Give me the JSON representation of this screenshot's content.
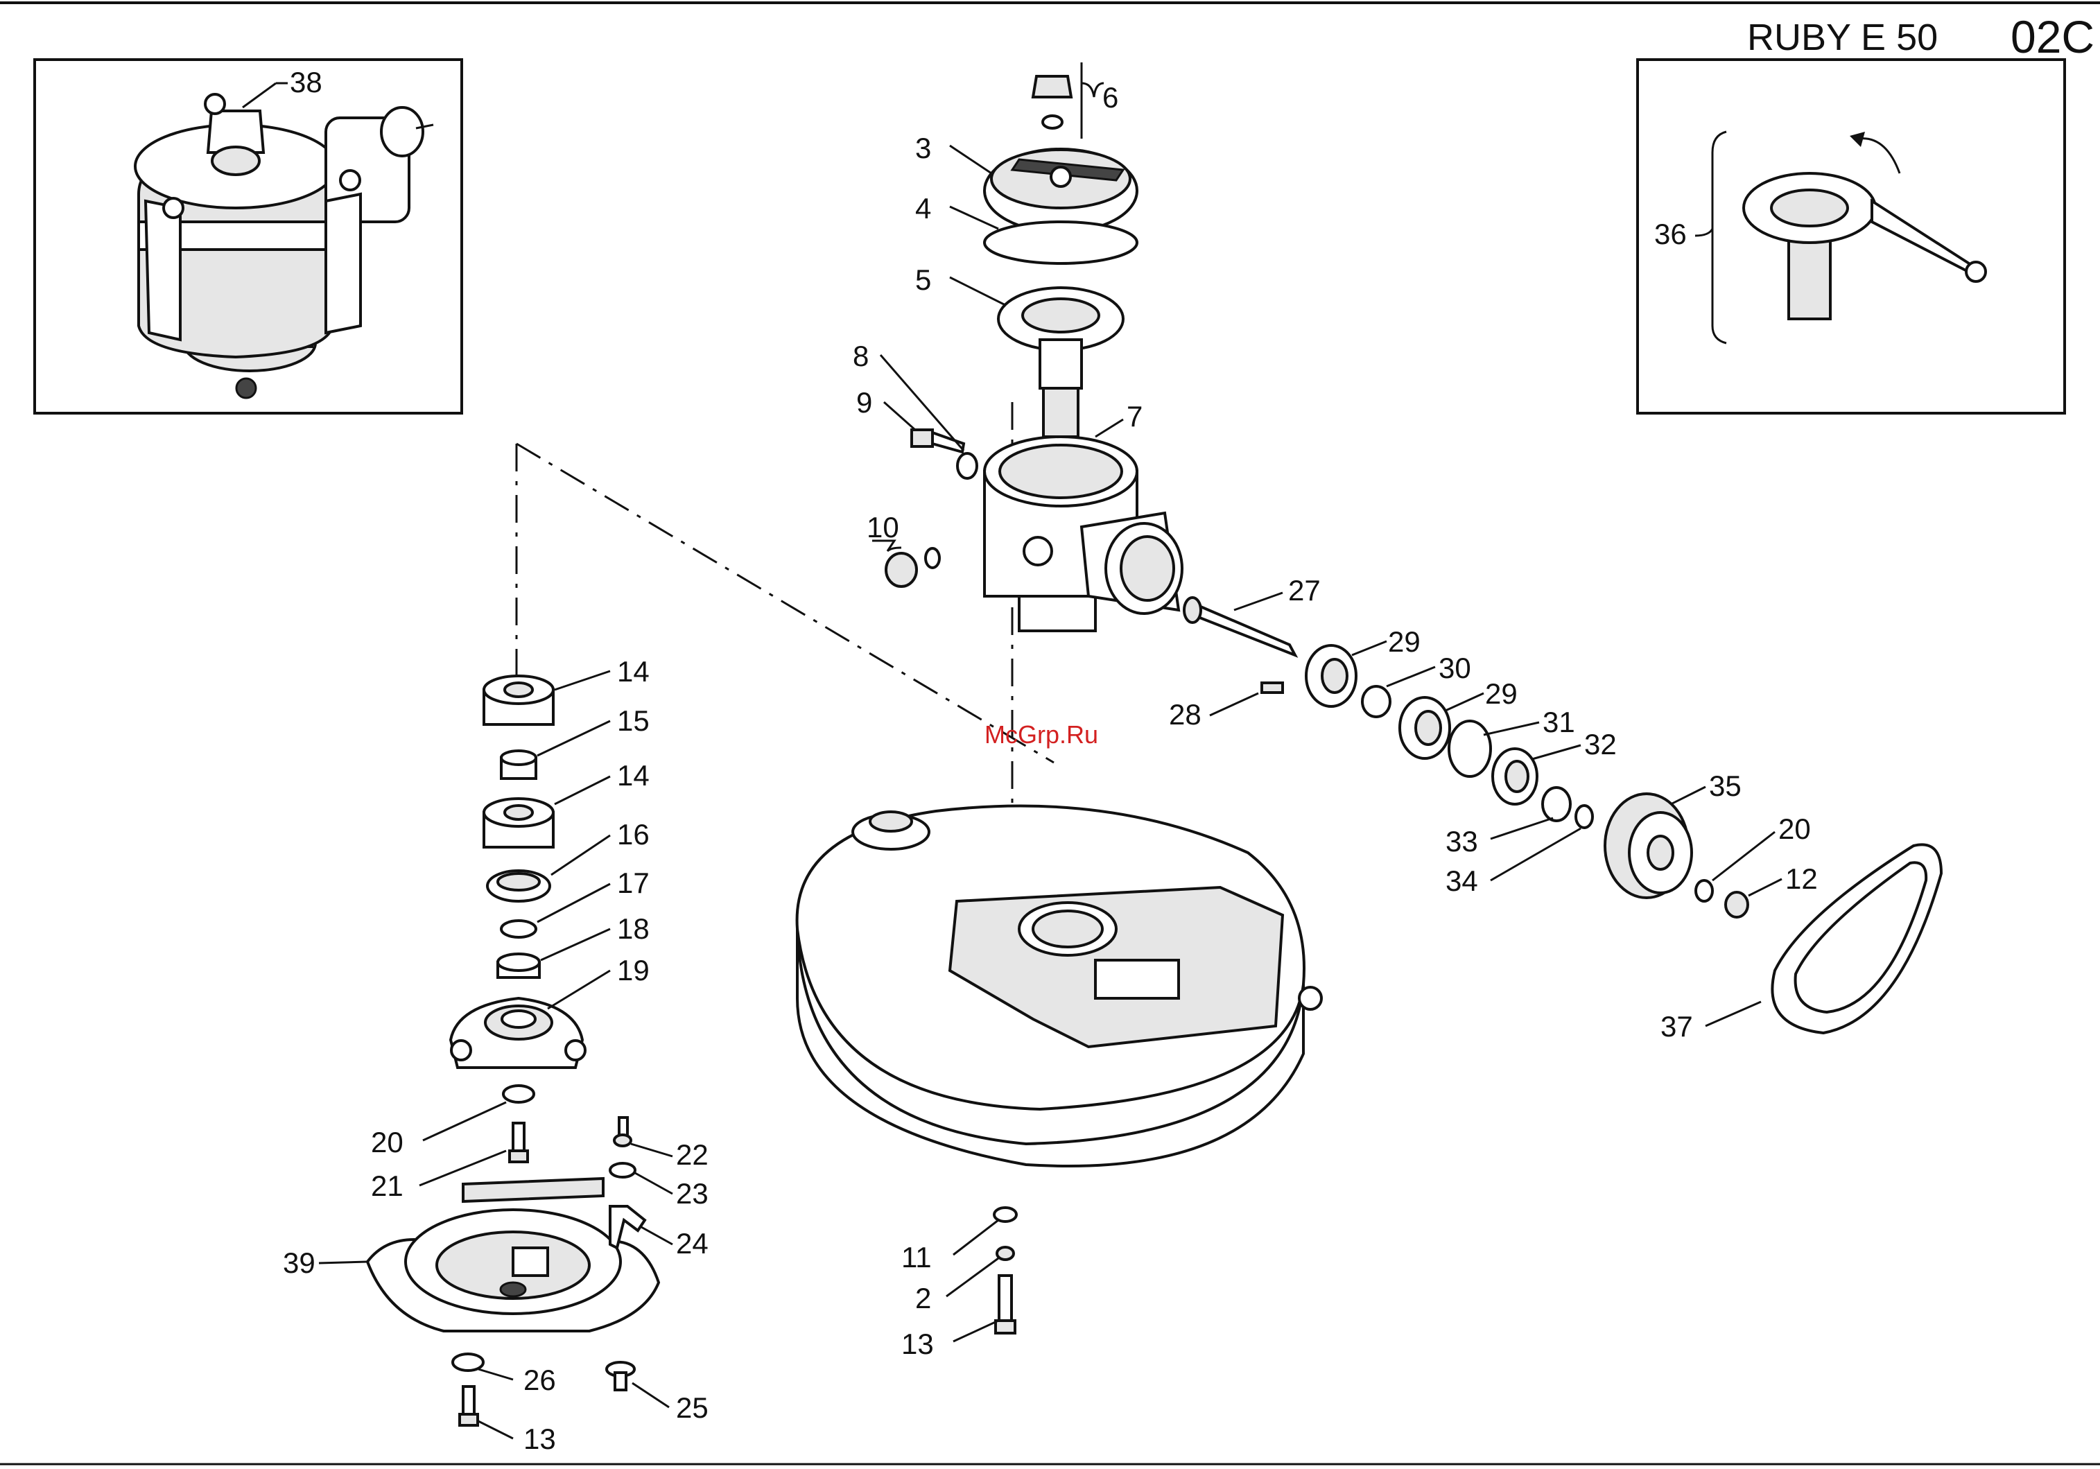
{
  "header": {
    "model": "RUBY E 50",
    "page_code": "02C"
  },
  "watermark": "McGrp.Ru",
  "callouts": [
    {
      "id": "c38a",
      "label": "38"
    },
    {
      "id": "c6",
      "label": "6"
    },
    {
      "id": "c3",
      "label": "3"
    },
    {
      "id": "c4",
      "label": "4"
    },
    {
      "id": "c5",
      "label": "5"
    },
    {
      "id": "c8",
      "label": "8"
    },
    {
      "id": "c9",
      "label": "9"
    },
    {
      "id": "c7",
      "label": "7"
    },
    {
      "id": "c10",
      "label": "10"
    },
    {
      "id": "c27",
      "label": "27"
    },
    {
      "id": "c29a",
      "label": "29"
    },
    {
      "id": "c30",
      "label": "30"
    },
    {
      "id": "c28",
      "label": "28"
    },
    {
      "id": "c29b",
      "label": "29"
    },
    {
      "id": "c31",
      "label": "31"
    },
    {
      "id": "c32",
      "label": "32"
    },
    {
      "id": "c35",
      "label": "35"
    },
    {
      "id": "c33",
      "label": "33"
    },
    {
      "id": "c34",
      "label": "34"
    },
    {
      "id": "c20a",
      "label": "20"
    },
    {
      "id": "c36",
      "label": "36"
    },
    {
      "id": "c12",
      "label": "12"
    },
    {
      "id": "c37",
      "label": "37"
    },
    {
      "id": "c14a",
      "label": "14"
    },
    {
      "id": "c15",
      "label": "15"
    },
    {
      "id": "c14b",
      "label": "14"
    },
    {
      "id": "c16",
      "label": "16"
    },
    {
      "id": "c17",
      "label": "17"
    },
    {
      "id": "c18",
      "label": "18"
    },
    {
      "id": "c19",
      "label": "19"
    },
    {
      "id": "c20b",
      "label": "20"
    },
    {
      "id": "c21",
      "label": "21"
    },
    {
      "id": "c22",
      "label": "22"
    },
    {
      "id": "c23",
      "label": "23"
    },
    {
      "id": "c24",
      "label": "24"
    },
    {
      "id": "c39",
      "label": "39"
    },
    {
      "id": "c26",
      "label": "26"
    },
    {
      "id": "c25",
      "label": "25"
    },
    {
      "id": "c13a",
      "label": "13"
    },
    {
      "id": "c11",
      "label": "11"
    },
    {
      "id": "c2",
      "label": "2"
    },
    {
      "id": "c13b",
      "label": "13"
    }
  ]
}
